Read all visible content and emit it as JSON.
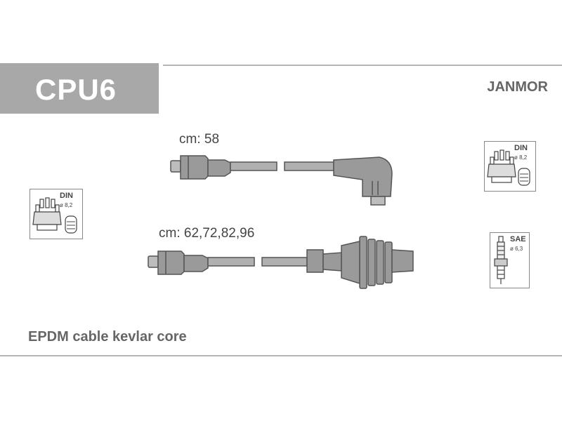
{
  "header": {
    "code": "CPU6",
    "brand": "JANMOR"
  },
  "cables": [
    {
      "length_label": "cm: 58"
    },
    {
      "length_label": "cm: 62,72,82,96"
    }
  ],
  "badges": {
    "distributor_left": {
      "standard": "DIN",
      "diameter": "ø 8,2",
      "icon": "distributor-cap-icon"
    },
    "distributor_right": {
      "standard": "DIN",
      "diameter": "ø 8,2",
      "icon": "distributor-cap-icon"
    },
    "spark_plug": {
      "standard": "SAE",
      "diameter": "ø 6,3",
      "icon": "spark-plug-icon"
    }
  },
  "footer": {
    "description": "EPDM cable kevlar core"
  },
  "colors": {
    "header_box": "#a8a8a8",
    "cable_fill": "#8a8a8a",
    "rule": "#b5b5b5"
  }
}
